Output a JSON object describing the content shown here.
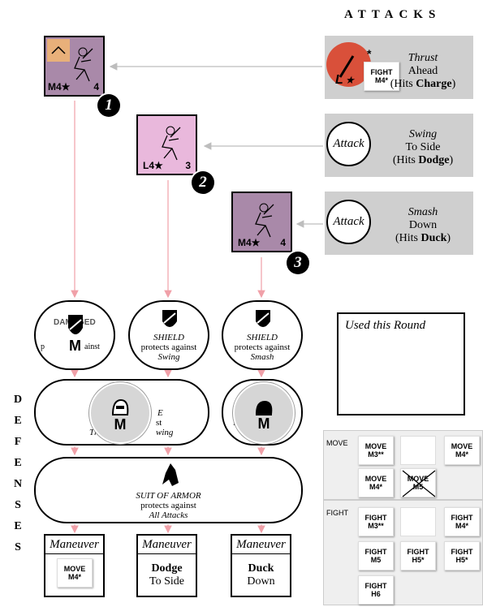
{
  "header": {
    "title": "ATTACKS"
  },
  "attacks": [
    {
      "name": "Thrust",
      "dir": "Ahead",
      "hits_prefix": "(Hits ",
      "hits": "Charge",
      "hits_suffix": ")",
      "star": "*",
      "chit_top": "FIGHT",
      "chit_bot": "M4*",
      "circle_color": "#d9503a",
      "letter": "L"
    },
    {
      "name": "Swing",
      "dir": "To Side",
      "hits_prefix": "(Hits ",
      "hits": "Dodge",
      "hits_suffix": ")",
      "circle": "Attack"
    },
    {
      "name": "Smash",
      "dir": "Down",
      "hits_prefix": "(Hits ",
      "hits": "Duck",
      "hits_suffix": ")",
      "circle": "Attack"
    }
  ],
  "counters": [
    {
      "value": "M4★",
      "num": "4",
      "badge": "1",
      "bg": "#a989a9"
    },
    {
      "value": "L4★",
      "num": "3",
      "badge": "2",
      "bg": "#e9b8dc"
    },
    {
      "value": "M4★",
      "num": "4",
      "badge": "3",
      "bg": "#a989a9"
    }
  ],
  "defenses": {
    "label": "DEFENSES",
    "top_ovals": [
      {
        "title": "DAMAGED",
        "sub": "p",
        "sub2": "ainst",
        "m": "M"
      },
      {
        "title": "SHIELD",
        "line": "protects against",
        "sub": "Swing"
      },
      {
        "title": "SHIELD",
        "line": "protects against",
        "sub": "Smash"
      }
    ],
    "helm_wide": {
      "frag1": "E",
      "frag2": "st",
      "frag3": "Th",
      "frag4": "wing",
      "m": "M"
    },
    "helm_right": {
      "frag": "F",
      "m": "M"
    },
    "armor": {
      "title": "SUIT OF ARMOR",
      "line": "protects against",
      "sub": "All Attacks"
    }
  },
  "maneuvers": [
    {
      "head": "Maneuver",
      "frag": "e",
      "chit_top": "MOVE",
      "chit_bot": "M4*"
    },
    {
      "head": "Maneuver",
      "value": "Dodge",
      "sub": "To Side"
    },
    {
      "head": "Maneuver",
      "value": "Duck",
      "sub": "Down"
    }
  ],
  "used": {
    "title": "Used this Round"
  },
  "move_panel": {
    "label": "MOVE",
    "chits": [
      {
        "top": "MOVE",
        "bot": "M3**"
      },
      {
        "top": "MOVE",
        "bot": "M4*"
      },
      {
        "top": "MOVE",
        "bot": "M4*"
      },
      {
        "top": "MOVE",
        "bot": "M5"
      }
    ]
  },
  "fight_panel": {
    "label": "FIGHT",
    "chits": [
      {
        "top": "FIGHT",
        "bot": "M3**"
      },
      {
        "top": "FIGHT",
        "bot": "M4*"
      },
      {
        "top": "FIGHT",
        "bot": "M5"
      },
      {
        "top": "FIGHT",
        "bot": "H5*"
      },
      {
        "top": "FIGHT",
        "bot": "H5*"
      },
      {
        "top": "FIGHT",
        "bot": "H6"
      }
    ]
  },
  "colors": {
    "arrow": "#f0a0a8",
    "grey_arrow": "#bdbdbd",
    "panel": "#cfcfcf"
  }
}
